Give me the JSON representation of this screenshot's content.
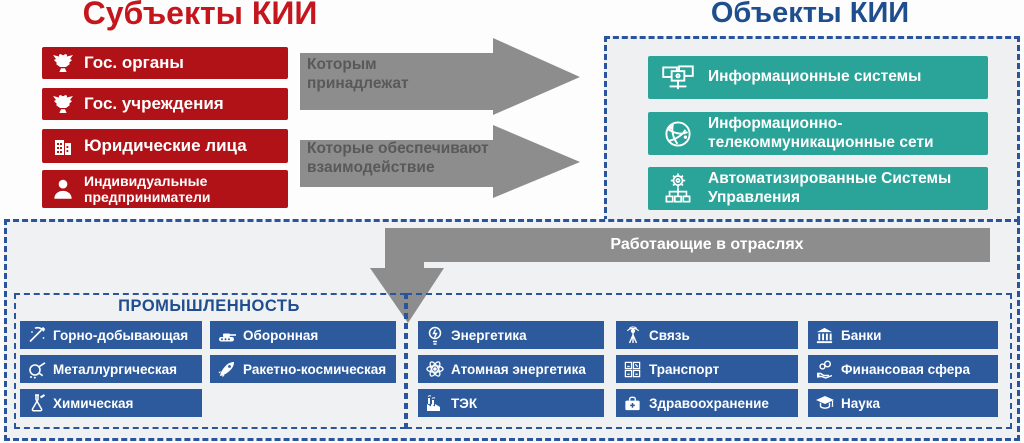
{
  "subjects": {
    "title": "Субъекты КИИ",
    "items": [
      {
        "label": "Гос. органы",
        "icon": "eagle-emblem-icon"
      },
      {
        "label": "Гос. учреждения",
        "icon": "eagle-emblem-icon"
      },
      {
        "label": "Юридические лица",
        "icon": "building-icon"
      },
      {
        "label": "Индивидуальные предприниматели",
        "icon": "person-icon"
      }
    ]
  },
  "objects": {
    "title": "Объекты КИИ",
    "items": [
      {
        "label": "Информационные системы",
        "icon": "monitors-icon"
      },
      {
        "label": "Информационно-телекоммуникационные сети",
        "icon": "globe-network-icon"
      },
      {
        "label": "Автоматизированные Системы Управления",
        "icon": "gear-asu-icon"
      }
    ]
  },
  "arrows": {
    "belong": "Которым принадлежат",
    "interact": "Которые обеспечивают взаимодействие",
    "sectors_bar": "Работающие в отраслях"
  },
  "industry_group": {
    "title": "ПРОМЫШЛЕННОСТЬ",
    "col1": [
      {
        "label": "Горно-добывающая",
        "icon": "pickaxe-icon"
      },
      {
        "label": "Металлургическая",
        "icon": "ladle-icon"
      },
      {
        "label": "Химическая",
        "icon": "flask-icon"
      }
    ],
    "col2": [
      {
        "label": "Оборонная",
        "icon": "tank-icon"
      },
      {
        "label": "Ракетно-космическая",
        "icon": "rocket-icon"
      }
    ]
  },
  "sectors": {
    "col1": [
      {
        "label": "Энергетика",
        "icon": "lightbulb-icon"
      },
      {
        "label": "Атомная энергетика",
        "icon": "atom-icon"
      },
      {
        "label": "ТЭК",
        "icon": "factory-icon"
      }
    ],
    "col2": [
      {
        "label": "Связь",
        "icon": "antenna-icon"
      },
      {
        "label": "Транспорт",
        "icon": "transport-icon"
      },
      {
        "label": "Здравоохранение",
        "icon": "medical-bag-icon"
      }
    ],
    "col3": [
      {
        "label": "Банки",
        "icon": "bank-icon"
      },
      {
        "label": "Финансовая сфера",
        "icon": "finance-hand-icon"
      },
      {
        "label": "Наука",
        "icon": "graduation-cap-icon"
      }
    ]
  },
  "colors": {
    "red_box": "#b01217",
    "red_title": "#c4161c",
    "blue_box": "#2d5a9c",
    "blue_dark": "#1f4e8f",
    "teal_box": "#2aa399",
    "gray_arrow": "#8d8d8d"
  }
}
